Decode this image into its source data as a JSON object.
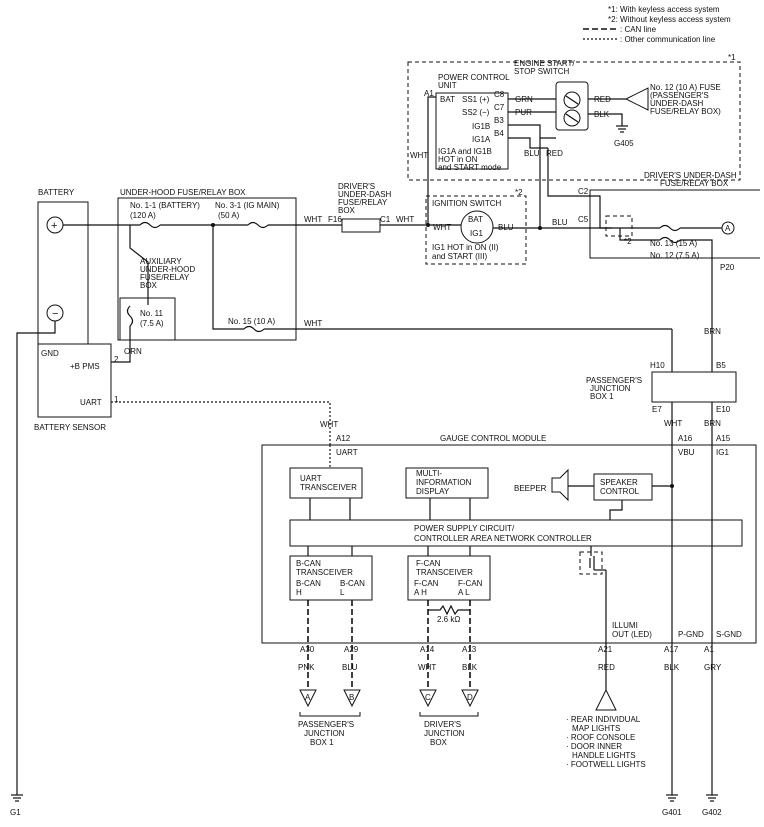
{
  "legend": {
    "note1": "*1: With keyless access system",
    "note2": "*2: Without keyless access system",
    "can_line": ": CAN line",
    "other_line": ": Other communication line"
  },
  "markers": {
    "star1": "*1",
    "star2": "*2"
  },
  "battery": {
    "title": "BATTERY",
    "plus": "+",
    "minus": "−",
    "ground": "G1"
  },
  "sensor": {
    "gnd": "GND",
    "pms": "+B PMS",
    "pms_pin": "2",
    "uart": "UART",
    "uart_pin": "1",
    "title": "BATTERY SENSOR"
  },
  "underhood": {
    "title": "UNDER-HOOD FUSE/RELAY BOX",
    "fuse1": "No. 1-1 (BATTERY)",
    "fuse1_rating": "(120 A)",
    "fuse3": "No. 3-1 (IG MAIN)",
    "fuse3_rating": "(50 A)",
    "fuse15": "No. 15 (10 A)"
  },
  "aux": {
    "line1": "AUXILIARY",
    "line2": "UNDER-HOOD",
    "line3": "FUSE/RELAY",
    "line4": "BOX",
    "fuse": "No. 11",
    "rating": "(7.5 A)"
  },
  "dash_box_small": {
    "line1": "DRIVER'S",
    "line2": "UNDER-DASH",
    "line3": "FUSE/RELAY",
    "line4": "BOX",
    "pin_left": "F16",
    "pin_right": "C1"
  },
  "power_control": {
    "line1": "POWER CONTROL",
    "line2": "UNIT",
    "bat": "BAT",
    "a1": "A1",
    "ss1": "SS1 (+)",
    "ss2": "SS2 (−)",
    "ig1b": "IG1B",
    "ig1a": "IG1A",
    "note1": "IG1A and IG1B",
    "note2": "HOT in ON",
    "note3": "and START mode"
  },
  "engine_switch": {
    "line1": "ENGINE START/",
    "line2": "STOP SWITCH",
    "c8": "C8",
    "c7": "C7",
    "b3": "B3",
    "b4": "B4",
    "grn": "GRN",
    "pur": "PUR",
    "red": "RED",
    "blk": "BLK",
    "ground": "G405"
  },
  "fuse12_box": {
    "line1": "No. 12 (10 A) FUSE",
    "line2": "(PASSENGER'S",
    "line3": "UNDER-DASH",
    "line4": "FUSE/RELAY BOX)"
  },
  "ignition": {
    "title": "IGNITION SWITCH",
    "bat": "BAT",
    "ig1": "IG1",
    "wht": "WHT",
    "blu": "BLU",
    "note1": "IG1 HOT in ON (II)",
    "note2": "and START (III)"
  },
  "dash_box_big": {
    "line1": "DRIVER'S UNDER-DASH",
    "line2": "FUSE/RELAY BOX",
    "c2": "C2",
    "c5": "C5",
    "p20": "P20",
    "fuse13": "No. 13 (15 A)",
    "fuse12": "No. 12 (7.5 A)",
    "conn": "A"
  },
  "wires": {
    "wht1": "WHT",
    "wht2": "WHT",
    "wht3": "WHT",
    "wht4": "WHT",
    "wht5": "WHT",
    "blu1": "BLU",
    "blu2": "BLU",
    "red1": "RED",
    "orn": "ORN",
    "brn1": "BRN"
  },
  "passenger_jb": {
    "line1": "PASSENGER'S",
    "line2": "JUNCTION",
    "line3": "BOX 1",
    "h10": "H10",
    "b5": "B5",
    "e7": "E7",
    "e10": "E10",
    "wht": "WHT",
    "brn": "BRN"
  },
  "gcm": {
    "title": "GAUGE CONTROL MODULE",
    "a12": "A12",
    "uart": "UART",
    "a16": "A16",
    "vbu": "VBU",
    "a15": "A15",
    "ig1": "IG1",
    "uart_tx1": "UART",
    "uart_tx2": "TRANSCEIVER",
    "mid1": "MULTI-",
    "mid2": "INFORMATION",
    "mid3": "DISPLAY",
    "beeper": "BEEPER",
    "spk1": "SPEAKER",
    "spk2": "CONTROL",
    "psu1": "POWER SUPPLY CIRCUIT/",
    "psu2": "CONTROLLER AREA NETWORK CONTROLLER",
    "bcan1": "B-CAN",
    "bcan2": "TRANSCEIVER",
    "bcan_h1": "B-CAN",
    "bcan_h2": "H",
    "bcan_l1": "B-CAN",
    "bcan_l2": "L",
    "fcan1": "F-CAN",
    "fcan2": "TRANSCEIVER",
    "fcan_h1": "F-CAN",
    "fcan_h2": "A H",
    "fcan_l1": "F-CAN",
    "fcan_l2": "A L",
    "resistor": "2.6 kΩ",
    "illumi1": "ILLUMI",
    "illumi2": "OUT (LED)",
    "pgnd": "P-GND",
    "sgnd": "S-GND"
  },
  "bottom": {
    "a30": "A30",
    "a29": "A29",
    "a14": "A14",
    "a13": "A13",
    "a21": "A21",
    "a17": "A17",
    "a1": "A1",
    "pnk": "PNK",
    "blu": "BLU",
    "wht": "WHT",
    "blk": "BLK",
    "red": "RED",
    "blk2": "BLK",
    "gry": "GRY",
    "conn_a": "A",
    "conn_b": "B",
    "conn_c": "C",
    "conn_d": "D",
    "pjb1": "PASSENGER'S",
    "pjb2": "JUNCTION",
    "pjb3": "BOX 1",
    "djb1": "DRIVER'S",
    "djb2": "JUNCTION",
    "djb3": "BOX",
    "lights1": "· REAR INDIVIDUAL",
    "lights2": "MAP LIGHTS",
    "lights3": "· ROOF CONSOLE",
    "lights4": "· DOOR INNER",
    "lights5": "HANDLE LIGHTS",
    "lights6": "· FOOTWELL LIGHTS",
    "g401": "G401",
    "g402": "G402"
  }
}
